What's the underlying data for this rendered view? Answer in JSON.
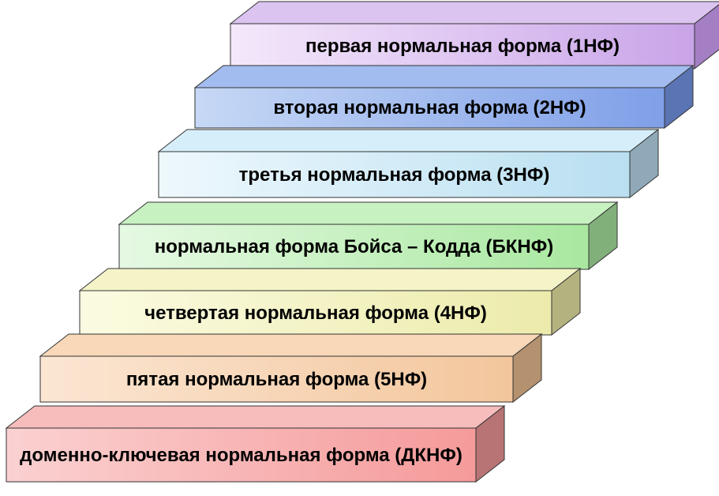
{
  "steps": [
    {
      "label": "первая нормальная форма (1НФ)",
      "color_light": "#f4e8fb",
      "color_dark": "#c9a4e8",
      "side_color": "#a47fc4",
      "top_color": "#dcc4f0"
    },
    {
      "label": "вторая нормальная форма (2НФ)",
      "color_light": "#c6d8f5",
      "color_dark": "#7f9fe8",
      "side_color": "#5a74b4",
      "top_color": "#a3bcf0"
    },
    {
      "label": "третья нормальная форма (3НФ)",
      "color_light": "#eef8fd",
      "color_dark": "#b9dff1",
      "side_color": "#8fa9b8",
      "top_color": "#d6eef9"
    },
    {
      "label": "нормальная форма Бойса – Кодда (БКНФ)",
      "color_light": "#e6f9e3",
      "color_dark": "#a9e8a0",
      "side_color": "#82b07b",
      "top_color": "#c8f1c2"
    },
    {
      "label": "четвертая нормальная форма (4НФ)",
      "color_light": "#fbfbe2",
      "color_dark": "#ecebab",
      "side_color": "#b4b37f",
      "top_color": "#f5f4c8"
    },
    {
      "label": "пятая нормальная форма (5НФ)",
      "color_light": "#fbe6d3",
      "color_dark": "#f3c69c",
      "side_color": "#b4916f",
      "top_color": "#f8d8b8"
    },
    {
      "label": "доменно-ключевая нормальная форма (ДКНФ)",
      "color_light": "#fbd1d1",
      "color_dark": "#f59a9a",
      "side_color": "#b87474",
      "top_color": "#f7bcbc"
    }
  ]
}
